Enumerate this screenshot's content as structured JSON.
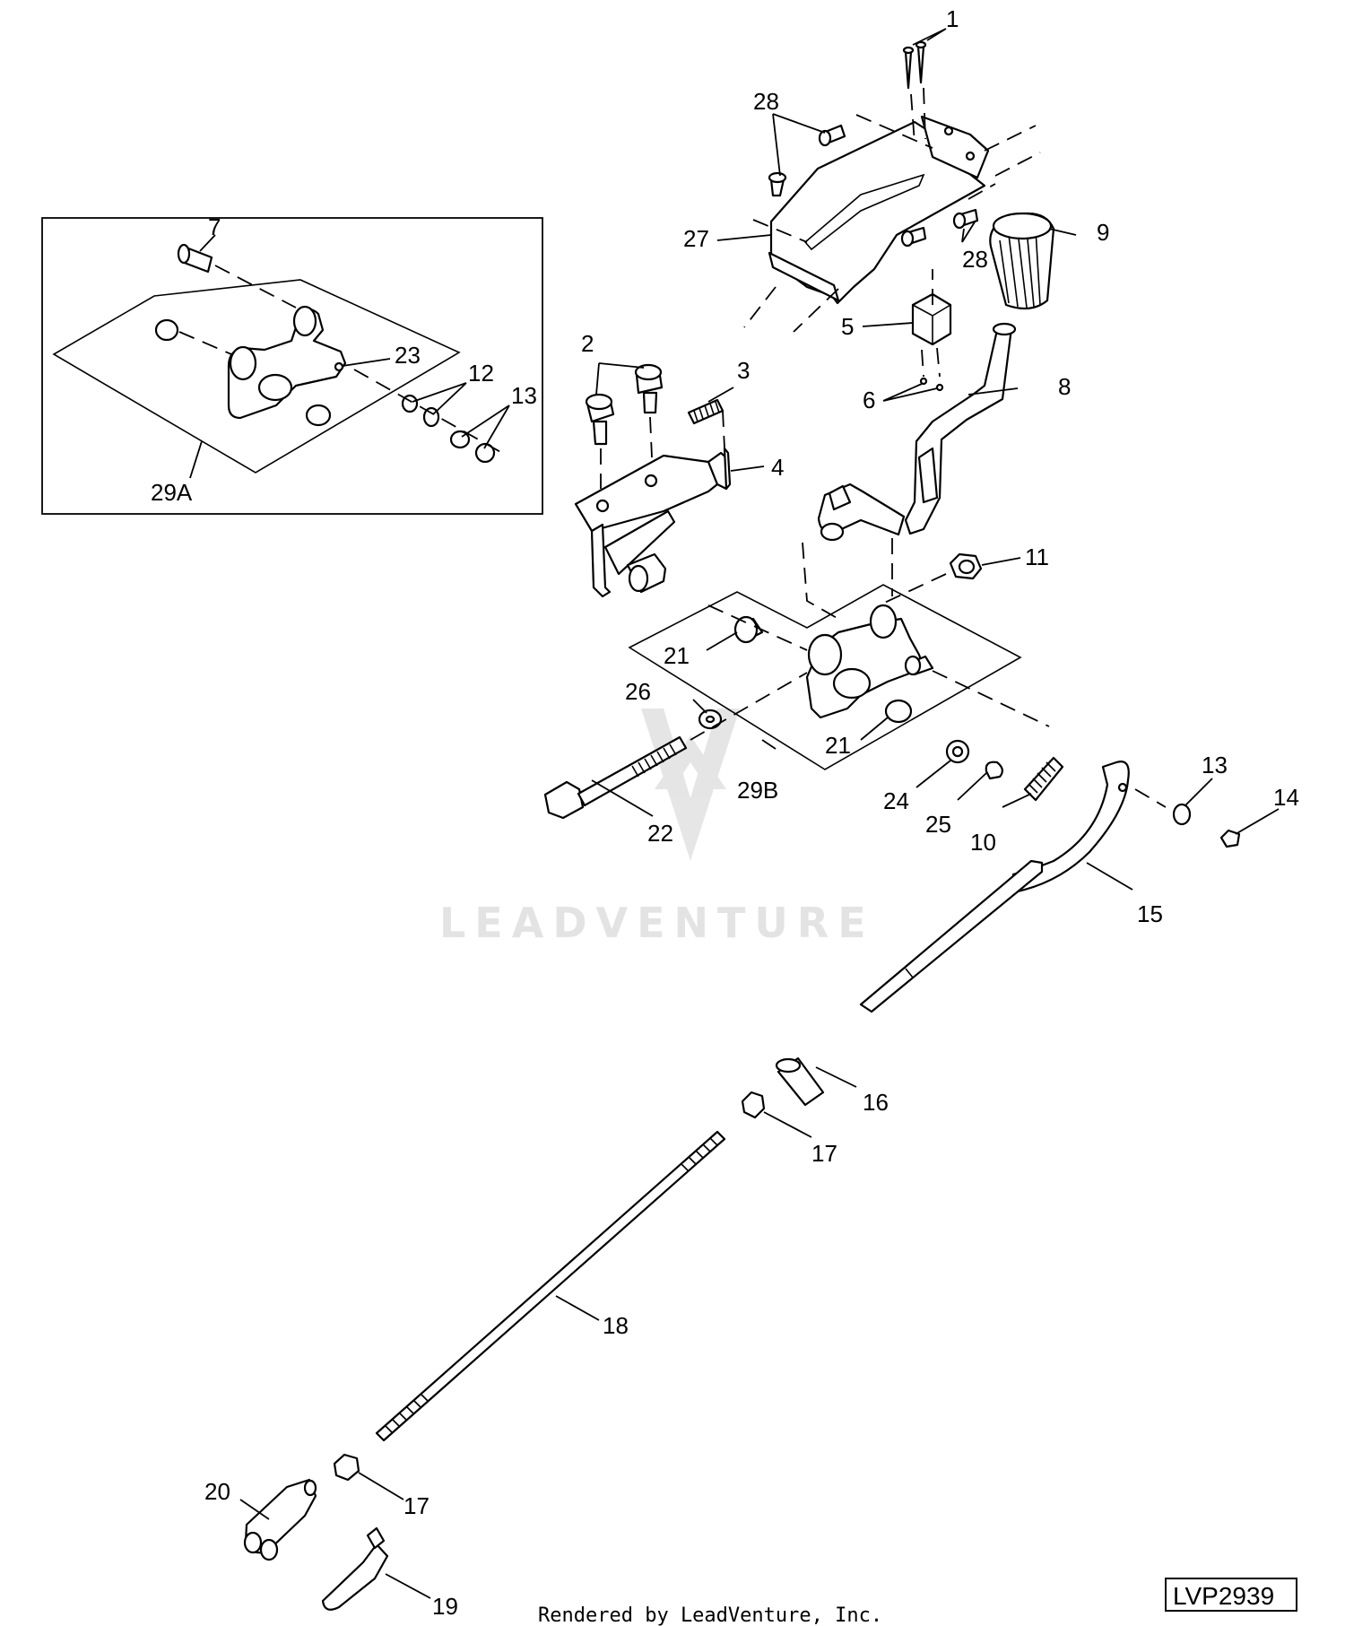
{
  "callouts": {
    "c1": "1",
    "c2": "2",
    "c3": "3",
    "c4": "4",
    "c5": "5",
    "c6": "6",
    "c7": "7",
    "c8": "8",
    "c9": "9",
    "c10": "10",
    "c11": "11",
    "c12": "12",
    "c13a": "13",
    "c13b": "13",
    "c14": "14",
    "c15": "15",
    "c16": "16",
    "c17a": "17",
    "c17b": "17",
    "c18": "18",
    "c19": "19",
    "c20": "20",
    "c21a": "21",
    "c21b": "21",
    "c22": "22",
    "c23": "23",
    "c24": "24",
    "c25": "25",
    "c26": "26",
    "c27": "27",
    "c28a": "28",
    "c28b": "28",
    "c29a": "29A",
    "c29b": "29B"
  },
  "watermark": "LEADVENTURE",
  "footer_text": "Rendered by LeadVenture, Inc.",
  "ref_code": "LVP2939"
}
